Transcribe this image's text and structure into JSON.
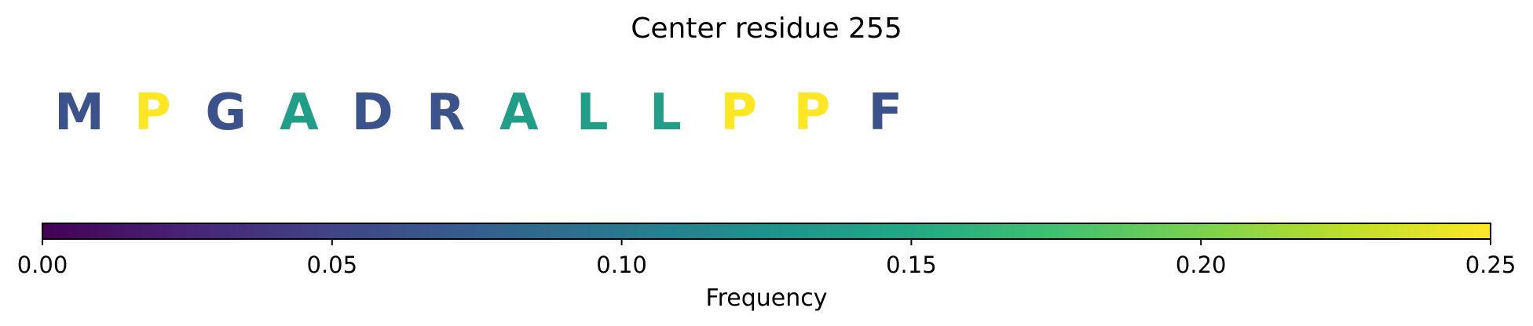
{
  "chart_data": {
    "type": "heatmap",
    "title": "Center residue 255",
    "residues": [
      {
        "letter": "M",
        "value": 0.0625
      },
      {
        "letter": "P",
        "value": 0.25
      },
      {
        "letter": "G",
        "value": 0.0625
      },
      {
        "letter": "A",
        "value": 0.1375
      },
      {
        "letter": "D",
        "value": 0.0625
      },
      {
        "letter": "R",
        "value": 0.0625
      },
      {
        "letter": "A",
        "value": 0.1375
      },
      {
        "letter": "L",
        "value": 0.1375
      },
      {
        "letter": "L",
        "value": 0.1375
      },
      {
        "letter": "P",
        "value": 0.25
      },
      {
        "letter": "P",
        "value": 0.25
      },
      {
        "letter": "F",
        "value": 0.0625
      }
    ],
    "colorbar": {
      "colormap": "viridis",
      "range": [
        0,
        0.25
      ],
      "ticks": [
        0.0,
        0.05,
        0.1,
        0.15,
        0.2,
        0.25
      ],
      "tick_labels": [
        "0.00",
        "0.05",
        "0.10",
        "0.15",
        "0.20",
        "0.25"
      ],
      "label": "Frequency"
    }
  }
}
